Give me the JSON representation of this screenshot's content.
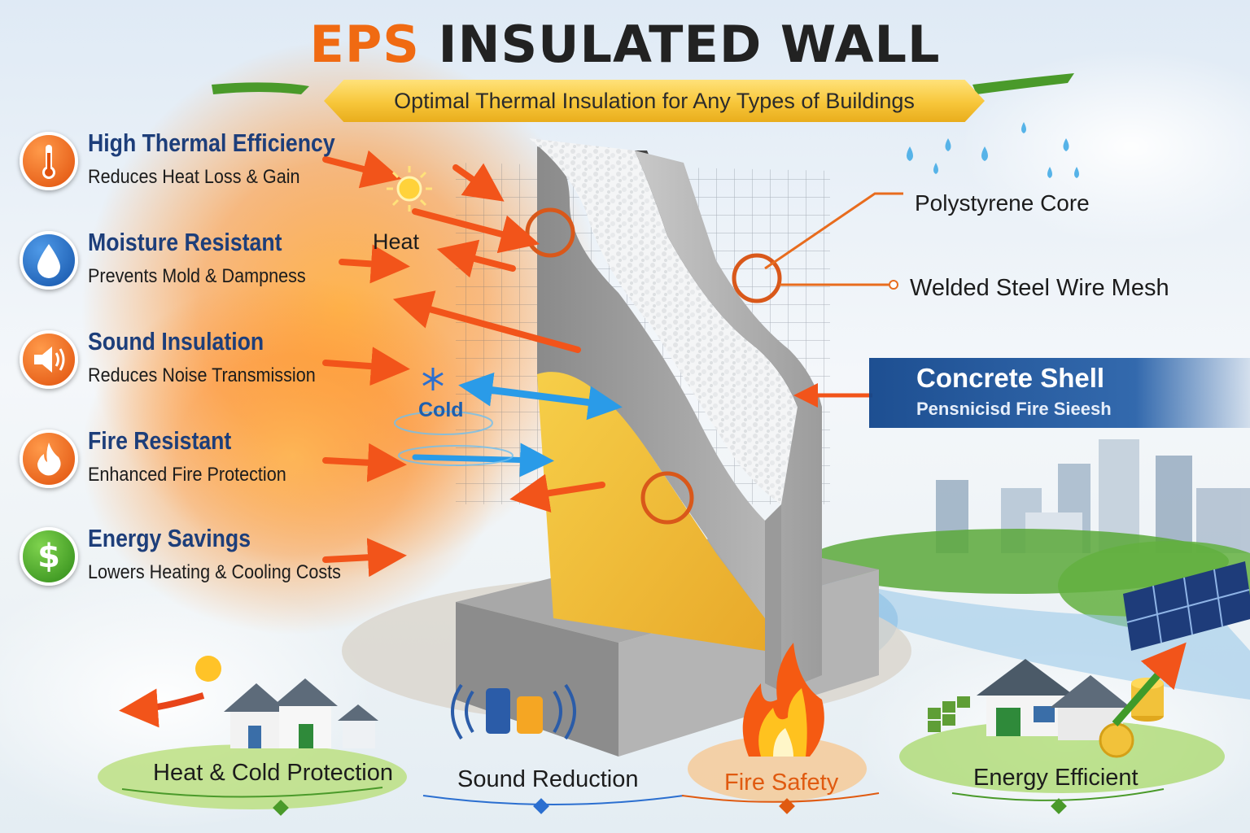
{
  "header": {
    "title_accent": "EPS",
    "title_rest": "INSULATED WALL",
    "subtitle": "Optimal Thermal Insulation for Any Types of Buildings"
  },
  "features": [
    {
      "title": "High Thermal Efficiency",
      "subtitle": "Reduces Heat Loss & Gain",
      "icon": "thermometer-icon",
      "color": "#e0500c"
    },
    {
      "title": "Moisture Resistant",
      "subtitle": "Prevents Mold & Dampness",
      "icon": "water-drop-icon",
      "color": "#1453a8"
    },
    {
      "title": "Sound Insulation",
      "subtitle": "Reduces Noise Transmission",
      "icon": "speaker-icon",
      "color": "#e0500c"
    },
    {
      "title": "Fire Resistant",
      "subtitle": "Enhanced Fire Protection",
      "icon": "flame-icon",
      "color": "#e0500c"
    },
    {
      "title": "Energy Savings",
      "subtitle": "Lowers Heating & Cooling Costs",
      "icon": "dollar-icon",
      "color": "#2f8a18"
    }
  ],
  "diagram": {
    "heat_label": "Heat",
    "cold_label": "Cold",
    "core_label": "Polystyrene Core",
    "mesh_label": "Welded Steel Wire Mesh",
    "shell_title": "Concrete Shell",
    "shell_subtitle": "Pensnicisd Fire Sieesh"
  },
  "bottom": [
    {
      "label": "Heat & Cold Protection",
      "color": "#1c1c1c"
    },
    {
      "label": "Sound Reduction",
      "color": "#1c1c1c"
    },
    {
      "label": "Fire Safety",
      "color": "#e05a10"
    },
    {
      "label": "Energy Efficient",
      "color": "#1c1c1c"
    }
  ],
  "colors": {
    "accent_orange": "#f06a12",
    "title_dark": "#222222",
    "feature_blue": "#1d3e7a",
    "ribbon_gold": "#f7c63a",
    "shell_blue": "#1a4f95"
  }
}
